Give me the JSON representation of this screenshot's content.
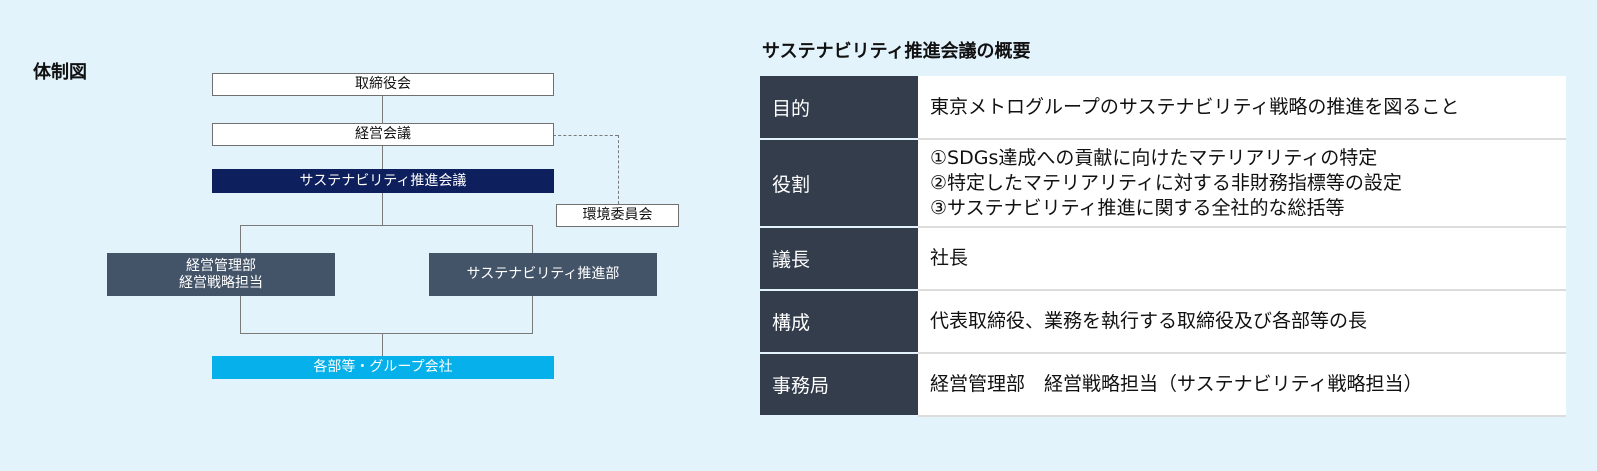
{
  "diagram": {
    "title": "体制図",
    "nodes": {
      "board": "取締役会",
      "management_meeting": "経営会議",
      "sustainability_meeting": "サステナビリティ推進会議",
      "environment_committee": "環境委員会",
      "mgmt_dept_line1": "経営管理部",
      "mgmt_dept_line2": "経営戦略担当",
      "sustainability_dept": "サステナビリティ推進部",
      "group": "各部等・グループ会社"
    },
    "colors": {
      "navy": "#0d1f5c",
      "slate": "#435368",
      "cyan": "#06b0ea"
    }
  },
  "overview": {
    "title": "サステナビリティ推進会議の概要",
    "rows": [
      {
        "label": "目的",
        "value": "東京メトログループのサステナビリティ戦略の推進を図ること"
      },
      {
        "label": "役割",
        "lines": [
          "①SDGs達成への貢献に向けたマテリアリティの特定",
          "②特定したマテリアリティに対する非財務指標等の設定",
          "③サステナビリティ推進に関する全社的な総括等"
        ]
      },
      {
        "label": "議長",
        "value": "社長"
      },
      {
        "label": "構成",
        "value": "代表取締役、業務を執行する取締役及び各部等の長"
      },
      {
        "label": "事務局",
        "value": "経営管理部　経営戦略担当（サステナビリティ戦略担当）"
      }
    ]
  }
}
